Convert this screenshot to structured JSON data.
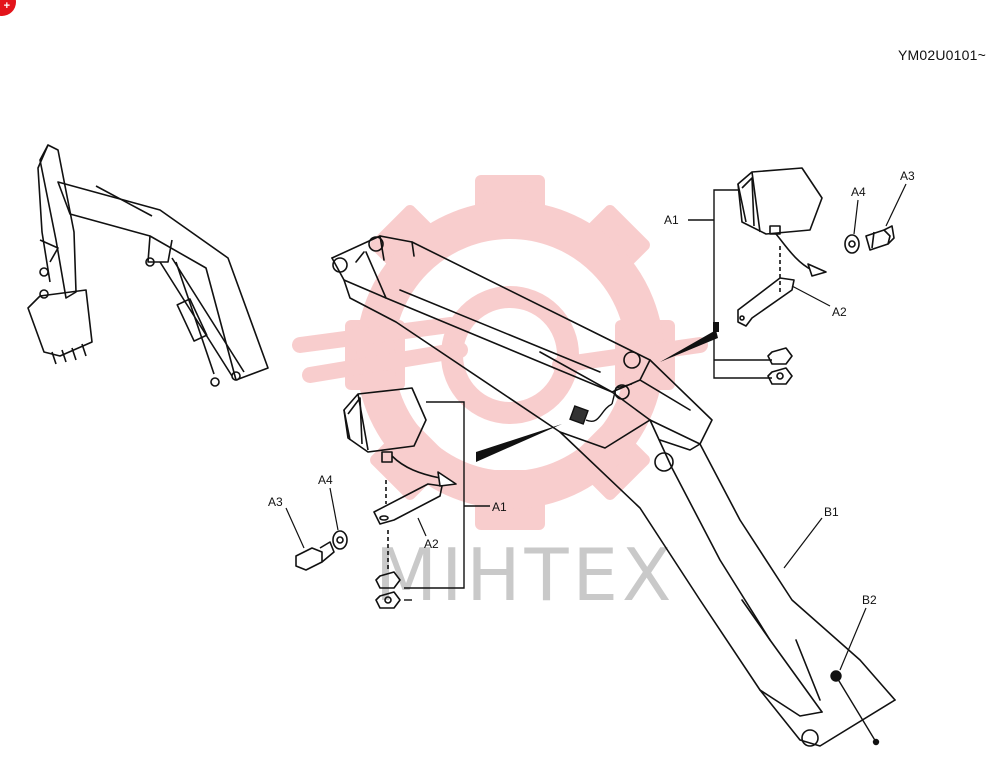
{
  "header": {
    "serial": "YM02U0101~"
  },
  "badge": {
    "glyph": "+"
  },
  "watermark": {
    "text": "MIHTEX"
  },
  "colors": {
    "line": "#111111",
    "watermark_red": "#f4a5a5",
    "watermark_gray": "#c9c9c9",
    "badge": "#e3141b"
  },
  "callouts": {
    "a1_top": "A1",
    "a2_top": "A2",
    "a3_top": "A3",
    "a4_top": "A4",
    "a1_bottom": "A1",
    "a2_bottom": "A2",
    "a3_bottom": "A3",
    "a4_bottom": "A4",
    "b1": "B1",
    "b2": "B2"
  }
}
